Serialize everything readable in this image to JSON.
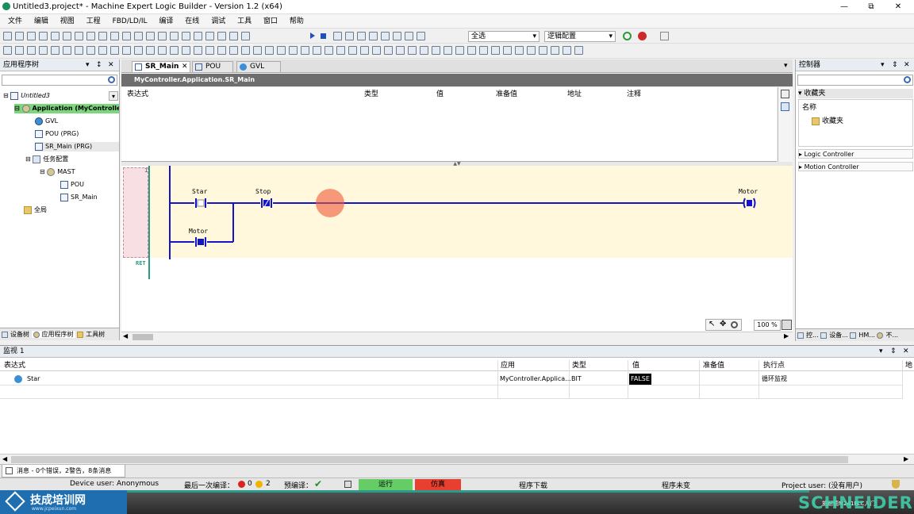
{
  "window": {
    "title": "Untitled3.project* - Machine Expert Logic Builder - Version 1.2 (x64)",
    "min": "—",
    "max": "⧉",
    "close": "✕"
  },
  "menu": [
    "文件",
    "编辑",
    "视图",
    "工程",
    "FBD/LD/IL",
    "编译",
    "在线",
    "调试",
    "工具",
    "窗口",
    "帮助"
  ],
  "toolbar": {
    "select_all": "全选",
    "logic_config": "逻辑配置"
  },
  "left_panel": {
    "title": "应用程序树",
    "pin": "↕",
    "close": "✕",
    "tree": {
      "project": "Untitled3",
      "app": "Application (MyController",
      "gvl": "GVL",
      "pou": "POU (PRG)",
      "sr_main": "SR_Main (PRG)",
      "task_config": "任务配置",
      "mast": "MAST",
      "mast_pou": "POU",
      "mast_sr": "SR_Main",
      "global": "全局"
    },
    "bottom_tabs": [
      "设备树",
      "应用程序树",
      "工具树"
    ]
  },
  "editor": {
    "tabs": [
      "SR_Main",
      "POU",
      "GVL"
    ],
    "path": "MyController.Application.SR_Main",
    "var_headers": [
      "表达式",
      "类型",
      "值",
      "准备值",
      "地址",
      "注释"
    ],
    "rung_number": "1",
    "ret": "RET",
    "contacts": {
      "star": "Star",
      "stop": "Stop",
      "motor_contact": "Motor",
      "motor_coil": "Motor"
    },
    "zoom": "100 %"
  },
  "right_panel": {
    "title": "控制器",
    "favorites": "收藏夹",
    "name": "名称",
    "fav_folder": "收藏夹",
    "sections": [
      "Logic Controller",
      "Motion Controller"
    ],
    "bottom_tabs": [
      "控...",
      "设备...",
      "HM...",
      "不..."
    ]
  },
  "watch": {
    "title": "监视 1",
    "headers": [
      "表达式",
      "应用",
      "类型",
      "值",
      "准备值",
      "执行点",
      "地"
    ],
    "rows": [
      {
        "expr": "Star",
        "app": "MyController.Applica...",
        "type": "BIT",
        "value": "FALSE",
        "exec": "循环监视"
      }
    ]
  },
  "messages": {
    "label": "消息 - 0个错误，2警告，8条消息"
  },
  "status": {
    "device_user": "Device user: Anonymous",
    "last_compile": "最后一次编译：",
    "errors": "0",
    "warnings": "2",
    "precompile": "预编译：",
    "run": "运行",
    "sim": "仿真",
    "download": "程序下载",
    "unchanged": "程序未变",
    "project_user": "Project user: (没有用户)"
  },
  "branding": {
    "logo": "技成培训网",
    "logo_url": "www.jcpeixun.com",
    "course": "施耐德M241PLC入门",
    "brand": "SCHNEIDER"
  },
  "colors": {
    "wire": "#1414c8",
    "rung_bg": "#fff8dc",
    "run_green": "#66cc66",
    "sim_red": "#e84030",
    "accent": "#2a9a8a"
  }
}
